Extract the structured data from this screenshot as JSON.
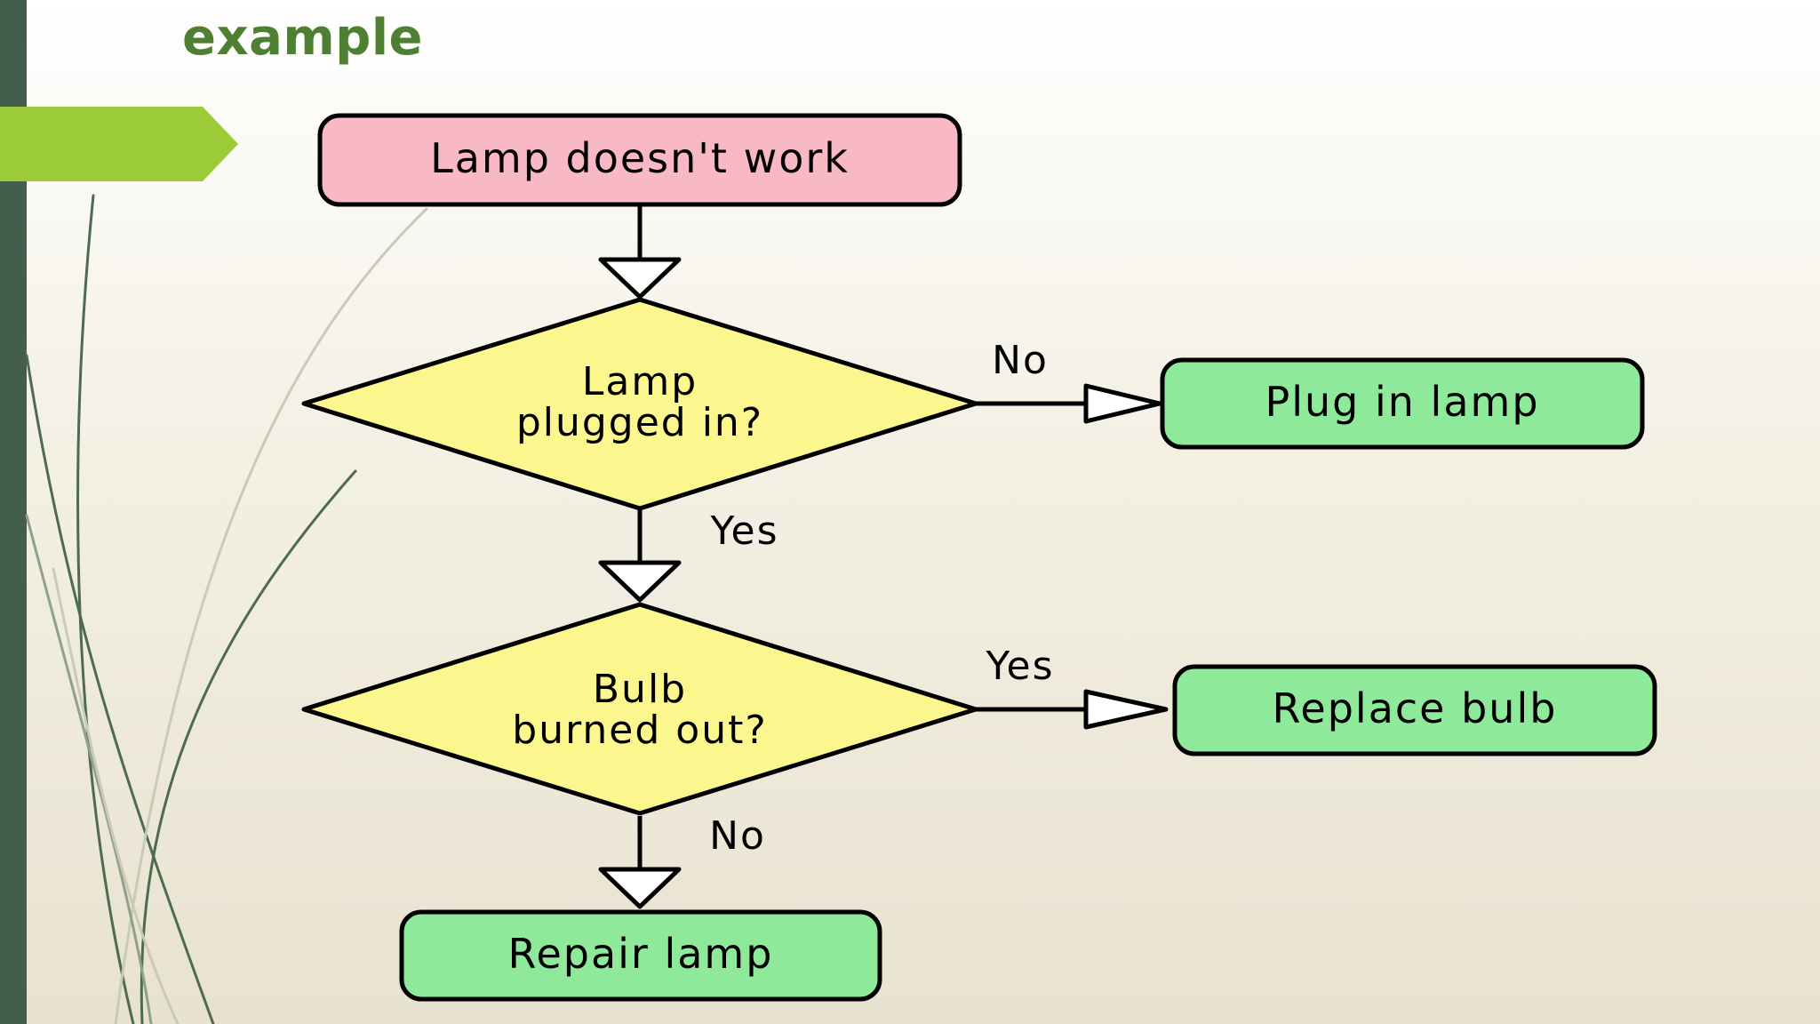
{
  "slide": {
    "title": "example",
    "colors": {
      "sidebar": "#445e4e",
      "title": "#4f7f32",
      "pointer": "#9ccb3a",
      "start_fill": "#f8b8c4",
      "decision_fill": "#fbf78e",
      "action_fill": "#8ee99a"
    }
  },
  "flowchart": {
    "start": {
      "label": "Lamp doesn't work"
    },
    "decision1": {
      "line1": "Lamp",
      "line2": "plugged in?"
    },
    "decision1_no_label": "No",
    "decision1_yes_label": "Yes",
    "action_plug": {
      "label": "Plug in lamp"
    },
    "decision2": {
      "line1": "Bulb",
      "line2": "burned out?"
    },
    "decision2_yes_label": "Yes",
    "decision2_no_label": "No",
    "action_replace": {
      "label": "Replace bulb"
    },
    "action_repair": {
      "label": "Repair lamp"
    }
  }
}
